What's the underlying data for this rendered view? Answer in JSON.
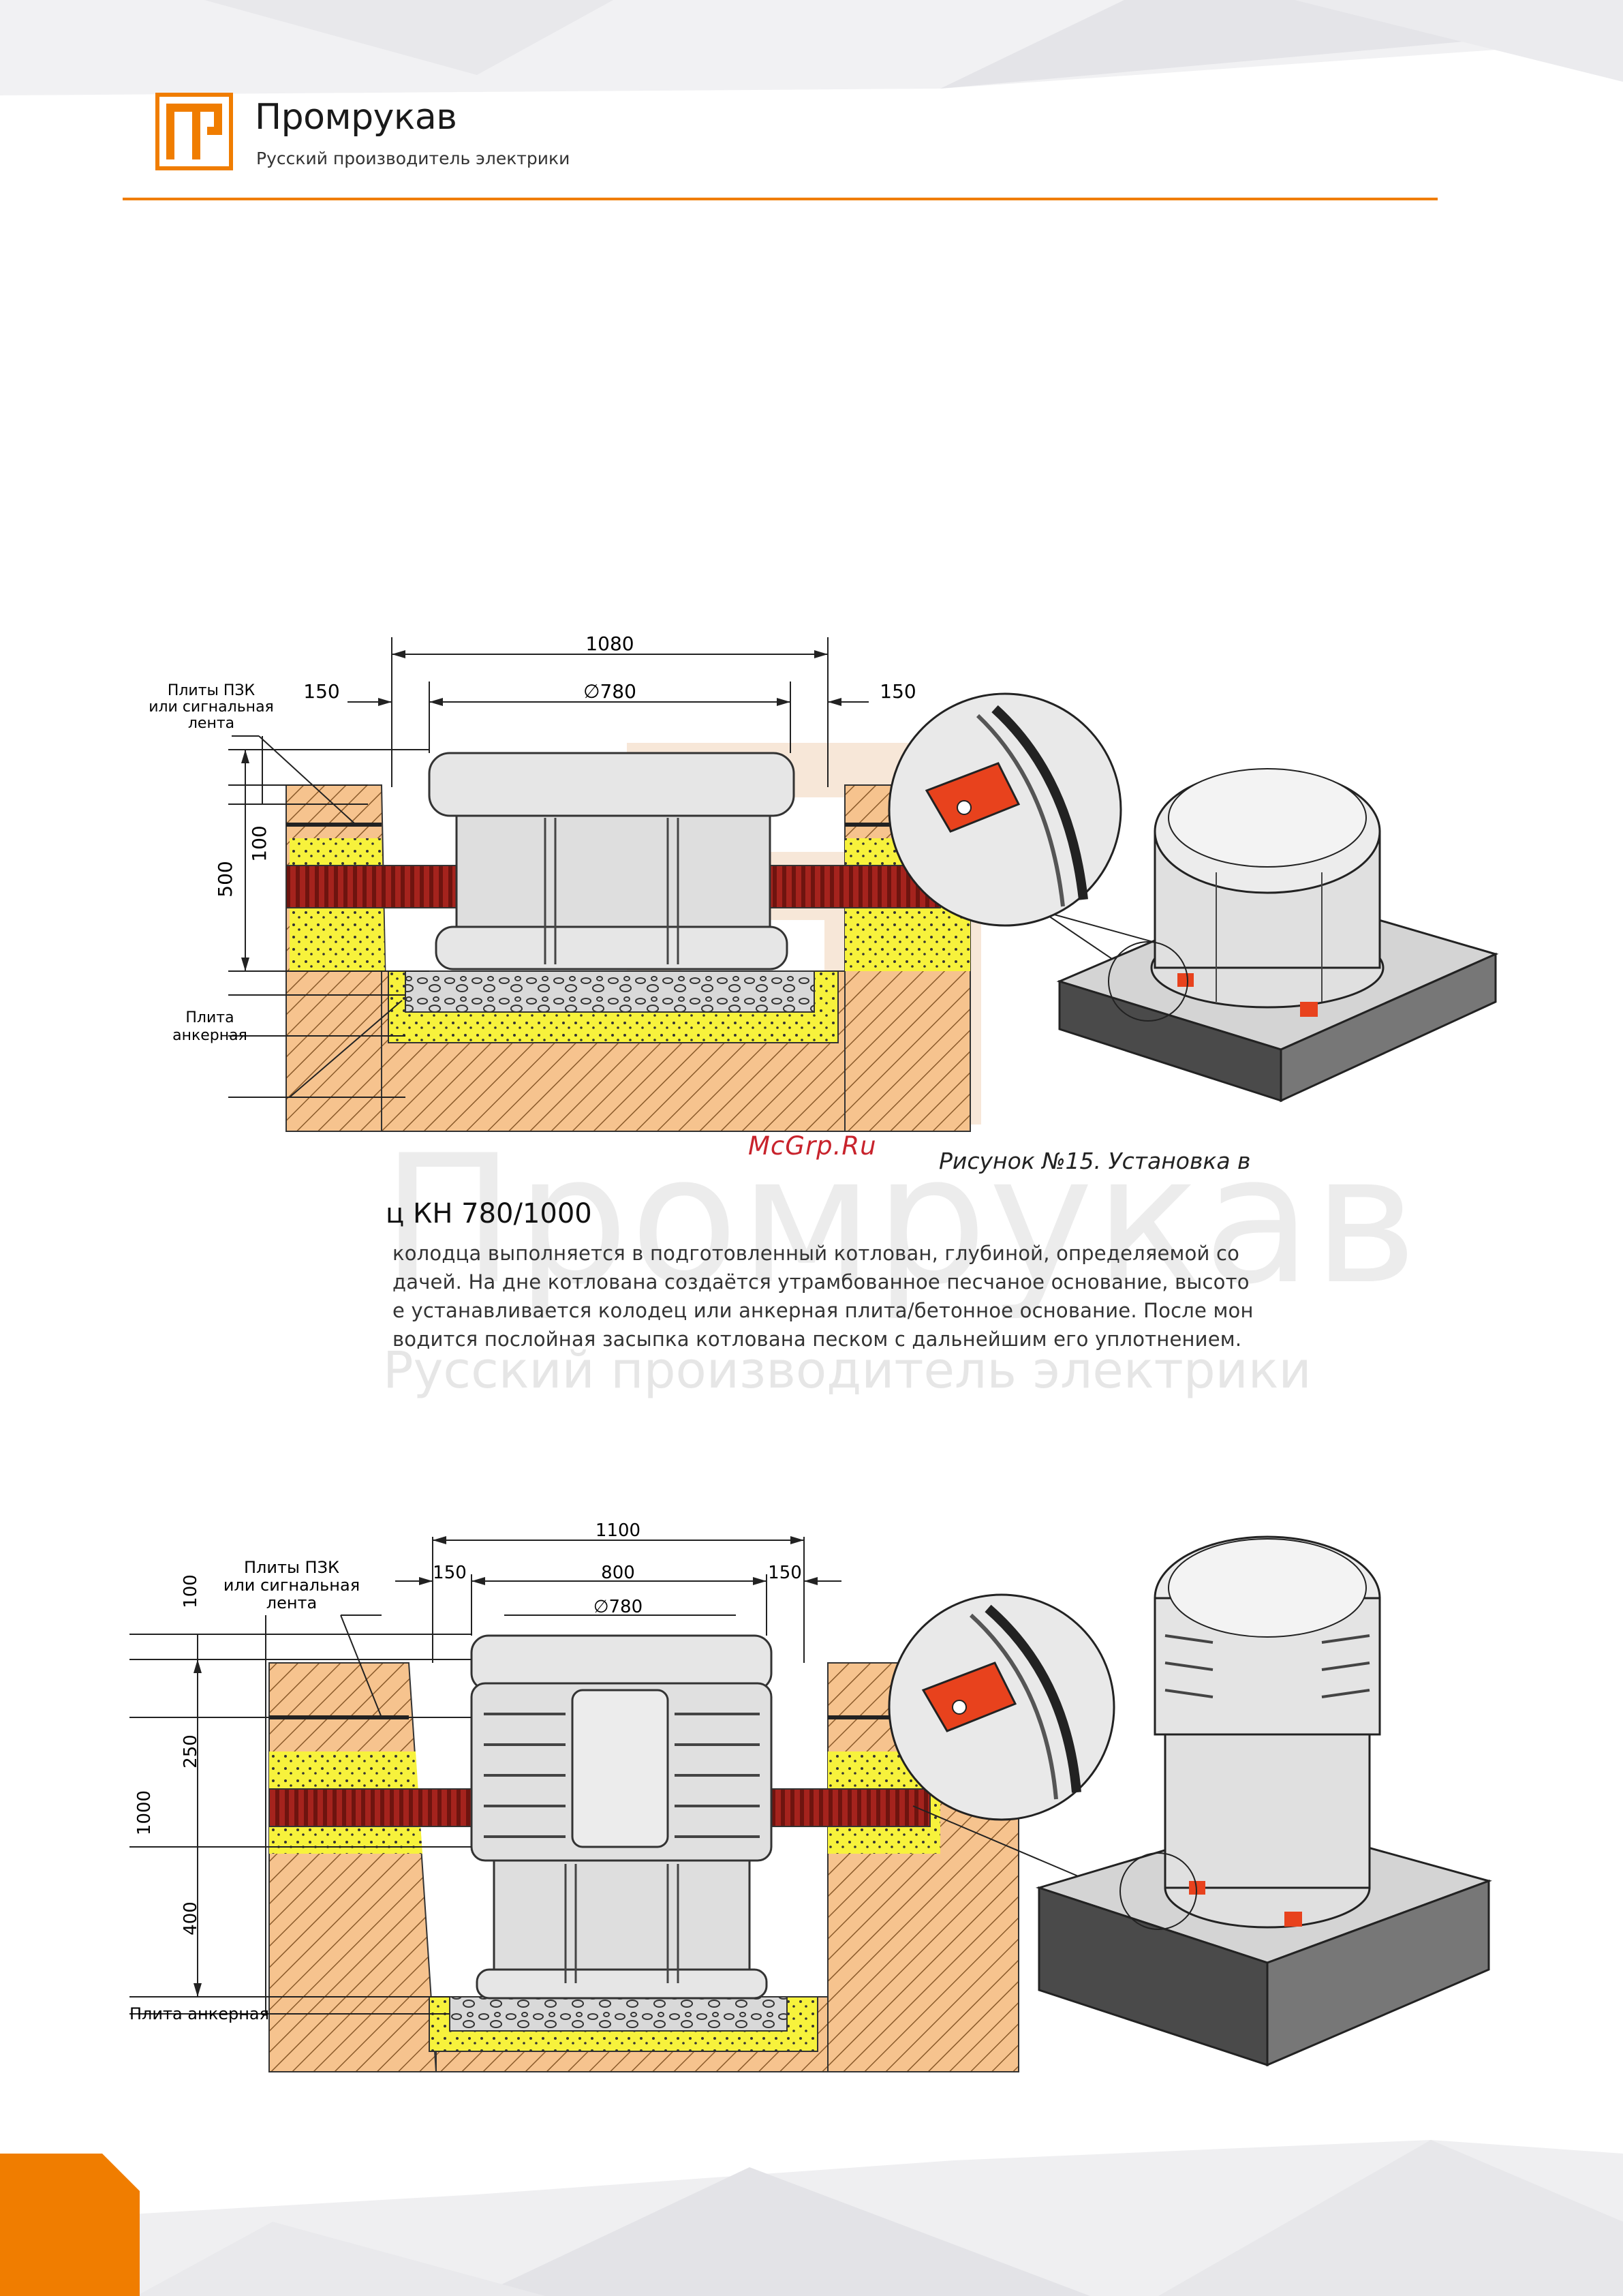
{
  "header": {
    "logo_mark": "ГР",
    "brand_name": "Промрукав",
    "tagline": "Русский производитель электрики",
    "accent_color": "#f07d00"
  },
  "watermark": {
    "big": "Промрукав",
    "small": "Русский производитель электрики",
    "site": "McGrp.Ru"
  },
  "figure_top": {
    "dim_total": "1080",
    "dim_left": "150",
    "dim_dia": "∅780",
    "dim_right": "150",
    "dim_height": "500",
    "dim_depth": "100",
    "label_plates": [
      "Плиты ПЗК",
      "или сигнальная",
      "лента"
    ],
    "label_anchor": [
      "Плита",
      "анкерная"
    ]
  },
  "caption": "Рисунок №15. Установка в",
  "section_title": "ц КН 780/1000",
  "body_lines": [
    "колодца выполняется в подготовленный котлован, глубиной, определяемой со",
    "дачей. На дне котлована создаётся утрамбованное песчаное основание, высото",
    "е устанавливается колодец или анкерная плита/бетонное основание. После мон",
    "водится послойная засыпка котлована песком с дальнейшим его уплотнением."
  ],
  "figure_bottom": {
    "dim_total": "1100",
    "dim_left": "150",
    "dim_inner": "800",
    "dim_right": "150",
    "dim_dia": "∅780",
    "dim_v1": "100",
    "dim_v2": "250",
    "dim_v3": "400",
    "dim_height": "1000",
    "label_plates": [
      "Плиты ПЗК",
      "или сигнальная",
      "лента"
    ],
    "label_anchor": "Плита анкерная"
  }
}
